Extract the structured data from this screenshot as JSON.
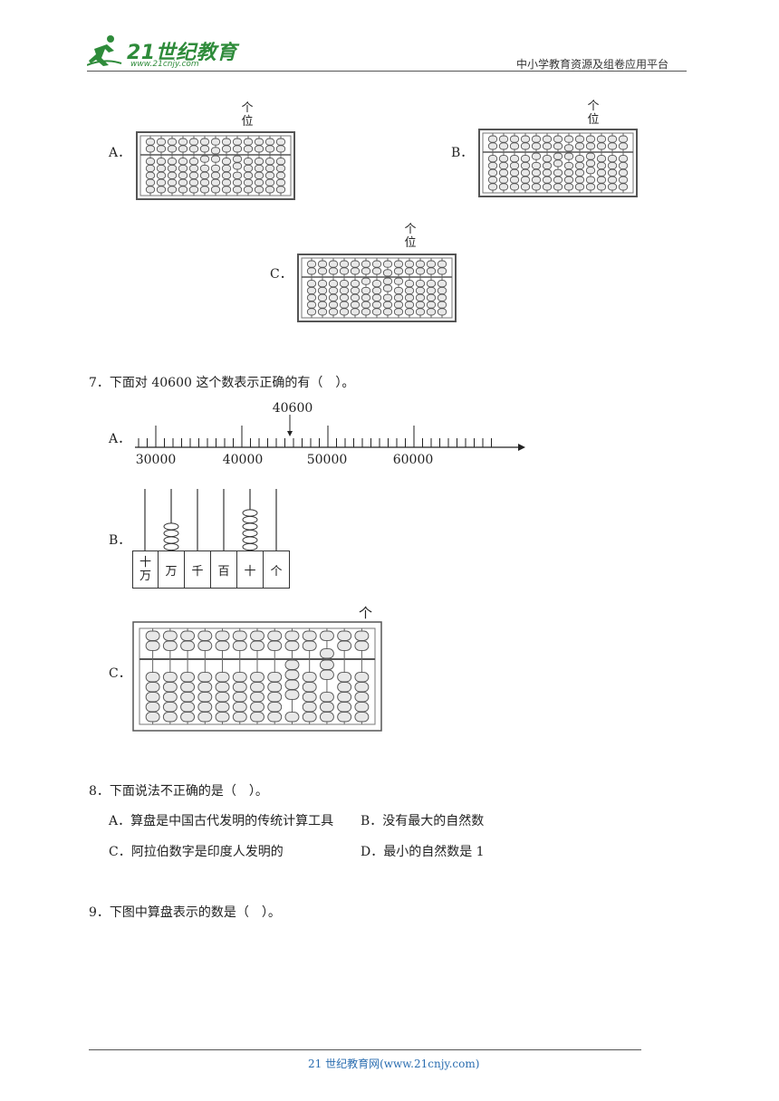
{
  "header": {
    "logo_text": "21世纪教育",
    "logo_url": "www.21cnjy.com",
    "right_text": "中小学教育资源及组卷应用平台"
  },
  "q6": {
    "label_ones": [
      "个",
      "位"
    ],
    "options": [
      "A．",
      "B．",
      "C．"
    ]
  },
  "q7": {
    "stem": "7．下面对 40600 这个数表示正确的有（　）。",
    "a_label": "A．",
    "numberline": {
      "marker": "40600",
      "ticks": [
        "30000",
        "40000",
        "50000",
        "60000"
      ]
    },
    "b_label": "B．",
    "counter": {
      "places": [
        "十万",
        "万",
        "千",
        "百",
        "十",
        "个"
      ],
      "beads": [
        0,
        4,
        0,
        0,
        6,
        0
      ]
    },
    "c_label": "C．",
    "abacus_ones": "个"
  },
  "q8": {
    "stem": "8．下面说法不正确的是（　）。",
    "options": [
      "A．算盘是中国古代发明的传统计算工具",
      "B．没有最大的自然数",
      "C．阿拉伯数字是印度人发明的",
      "D．最小的自然数是 1"
    ]
  },
  "q9": {
    "stem": "9．下图中算盘表示的数是（　）。"
  },
  "footer": {
    "text": "21 世纪教育网(www.21cnjy.com)"
  }
}
